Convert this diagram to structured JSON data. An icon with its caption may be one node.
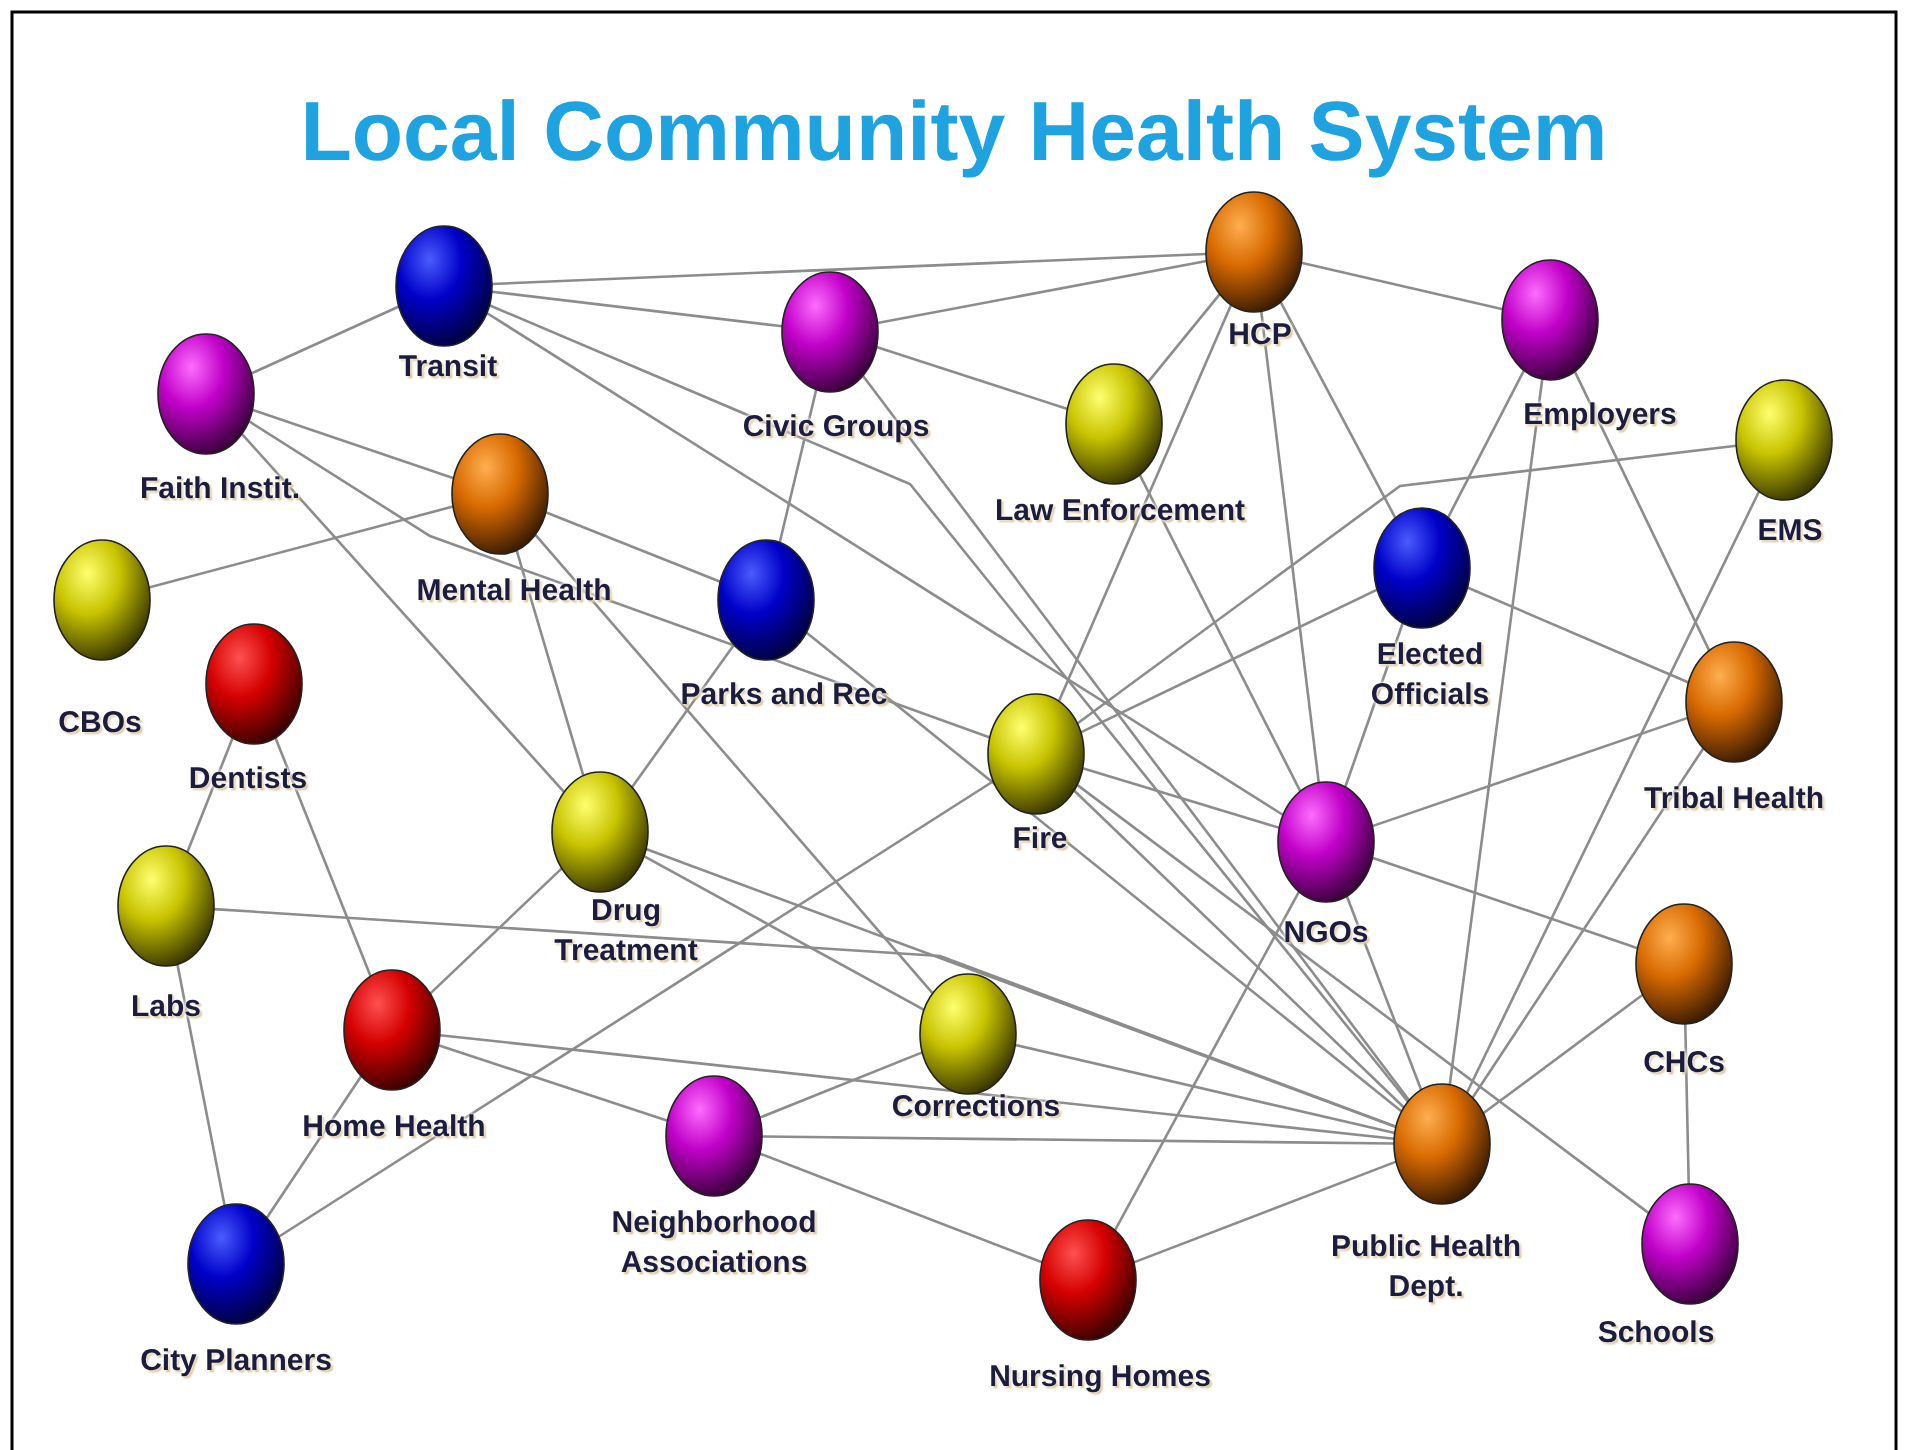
{
  "diagram": {
    "title": "Local Community Health System",
    "nodes": [
      {
        "text": [
          "Transit"
        ]
      },
      {
        "text": [
          "Civic Groups"
        ]
      },
      {
        "text": [
          "HCP"
        ]
      },
      {
        "text": [
          "Employers"
        ]
      },
      {
        "text": [
          "Faith Instit."
        ]
      },
      {
        "text": [
          "Law Enforcement"
        ]
      },
      {
        "text": [
          "EMS"
        ]
      },
      {
        "text": [
          "Mental Health"
        ]
      },
      {
        "text": [
          "CBOs"
        ]
      },
      {
        "text": [
          "Parks and Rec"
        ]
      },
      {
        "text": [
          "Elected Officials"
        ]
      },
      {
        "text": [
          "Dentists"
        ]
      },
      {
        "text": [
          "Fire"
        ]
      },
      {
        "text": [
          "Tribal Health"
        ]
      },
      {
        "text": [
          "Drug Treatment"
        ]
      },
      {
        "text": [
          "NGOs"
        ]
      },
      {
        "text": [
          "Labs"
        ]
      },
      {
        "text": [
          "Home Health"
        ]
      },
      {
        "text": [
          "Corrections"
        ]
      },
      {
        "text": [
          "CHCs"
        ]
      },
      {
        "text": [
          "Neighborhood Associations"
        ]
      },
      {
        "text": [
          "Public Health Dept."
        ]
      },
      {
        "text": [
          "City Planners"
        ]
      },
      {
        "text": [
          "Schools"
        ]
      },
      {
        "text": [
          "Nursing Homes"
        ]
      }
    ],
    "edges": [
      {
        "from": 0,
        "to": 4,
        "arrow": "none"
      },
      {
        "from": 0,
        "to": 2,
        "arrow": "none"
      },
      {
        "from": 0,
        "to": 1,
        "arrow": "none"
      },
      {
        "from": 0,
        "to": 21,
        "arrow": "none"
      },
      {
        "from": 0,
        "to": 15,
        "arrow": "none"
      },
      {
        "from": 1,
        "to": 2,
        "arrow": "none"
      },
      {
        "from": 1,
        "to": 5,
        "arrow": "none"
      },
      {
        "from": 1,
        "to": 9,
        "arrow": "none"
      },
      {
        "from": 1,
        "to": 21,
        "arrow": "none"
      },
      {
        "from": 2,
        "to": 3,
        "arrow": "none"
      },
      {
        "from": 2,
        "to": 5,
        "arrow": "none"
      },
      {
        "from": 2,
        "to": 12,
        "arrow": "none"
      },
      {
        "from": 2,
        "to": 15,
        "arrow": "none"
      },
      {
        "from": 2,
        "to": 10,
        "arrow": "none"
      },
      {
        "from": 3,
        "to": 10,
        "arrow": "none"
      },
      {
        "from": 3,
        "to": 21,
        "arrow": "none"
      },
      {
        "from": 3,
        "to": 13,
        "arrow": "none"
      },
      {
        "from": 4,
        "to": 7,
        "arrow": "none"
      },
      {
        "from": 4,
        "to": 14,
        "arrow": "none"
      },
      {
        "from": 4,
        "to": 12,
        "arrow": "none"
      },
      {
        "from": 5,
        "to": 15,
        "arrow": "none"
      },
      {
        "from": 6,
        "to": 12,
        "arrow": "none"
      },
      {
        "from": 6,
        "to": 21,
        "arrow": "none"
      },
      {
        "from": 7,
        "to": 8,
        "arrow": "none"
      },
      {
        "from": 7,
        "to": 9,
        "arrow": "none"
      },
      {
        "from": 7,
        "to": 14,
        "arrow": "none"
      },
      {
        "from": 7,
        "to": 18,
        "arrow": "none"
      },
      {
        "from": 9,
        "to": 14,
        "arrow": "none"
      },
      {
        "from": 9,
        "to": 21,
        "arrow": "none"
      },
      {
        "from": 10,
        "to": 12,
        "arrow": "none"
      },
      {
        "from": 10,
        "to": 15,
        "arrow": "none"
      },
      {
        "from": 10,
        "to": 13,
        "arrow": "none"
      },
      {
        "from": 11,
        "to": 16,
        "arrow": "none"
      },
      {
        "from": 11,
        "to": 17,
        "arrow": "none"
      },
      {
        "from": 12,
        "to": 15,
        "arrow": "none"
      },
      {
        "from": 12,
        "to": 21,
        "arrow": "none"
      },
      {
        "from": 12,
        "to": 22,
        "arrow": "none"
      },
      {
        "from": 12,
        "to": 23,
        "arrow": "none"
      },
      {
        "from": 13,
        "to": 15,
        "arrow": "none"
      },
      {
        "from": 13,
        "to": 21,
        "arrow": "none"
      },
      {
        "from": 14,
        "to": 17,
        "arrow": "none"
      },
      {
        "from": 14,
        "to": 21,
        "arrow": "none"
      },
      {
        "from": 14,
        "to": 18,
        "arrow": "none"
      },
      {
        "from": 15,
        "to": 19,
        "arrow": "none"
      },
      {
        "from": 15,
        "to": 21,
        "arrow": "none"
      },
      {
        "from": 15,
        "to": 24,
        "arrow": "none"
      },
      {
        "from": 16,
        "to": 22,
        "arrow": "none"
      },
      {
        "from": 16,
        "to": 21,
        "arrow": "none"
      },
      {
        "from": 17,
        "to": 22,
        "arrow": "none"
      },
      {
        "from": 17,
        "to": 20,
        "arrow": "none"
      },
      {
        "from": 17,
        "to": 21,
        "arrow": "none"
      },
      {
        "from": 18,
        "to": 20,
        "arrow": "none"
      },
      {
        "from": 18,
        "to": 21,
        "arrow": "none"
      },
      {
        "from": 19,
        "to": 21,
        "arrow": "none"
      },
      {
        "from": 19,
        "to": 23,
        "arrow": "none"
      },
      {
        "from": 20,
        "to": 21,
        "arrow": "none"
      },
      {
        "from": 20,
        "to": 24,
        "arrow": "none"
      },
      {
        "from": 21,
        "to": 24,
        "arrow": "none"
      }
    ]
  }
}
